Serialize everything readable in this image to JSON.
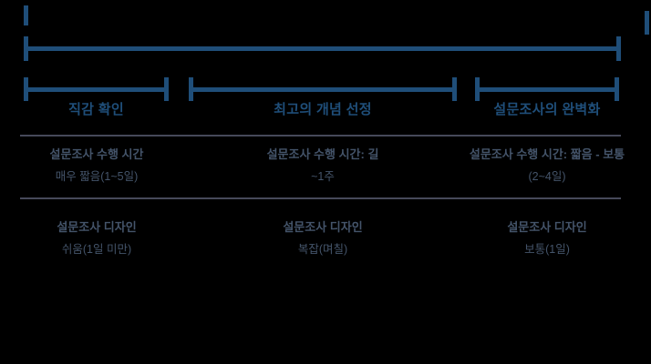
{
  "colors": {
    "bracket_blue": "#1F4E79",
    "body_text": "#44546A",
    "divider": "#46495A",
    "background": "#000000"
  },
  "columns": [
    {
      "header": "직감 확인",
      "row1_title": "설문조사 수행 시간",
      "row1_value": "매우 짧음(1~5일)",
      "row2_title": "설문조사 디자인",
      "row2_value": "쉬움(1일 미만)"
    },
    {
      "header": "최고의 개념 선정",
      "row1_title": "설문조사 수행 시간: 길",
      "row1_value": "~1주",
      "row2_title": "설문조사 디자인",
      "row2_value": "복잡(며칠)"
    },
    {
      "header": "설문조사의 완벽화",
      "row1_title": "설문조사 수행 시간: 짧음 - 보통",
      "row1_value": "(2~4일)",
      "row2_title": "설문조사 디자인",
      "row2_value": "보통(1일)"
    }
  ]
}
